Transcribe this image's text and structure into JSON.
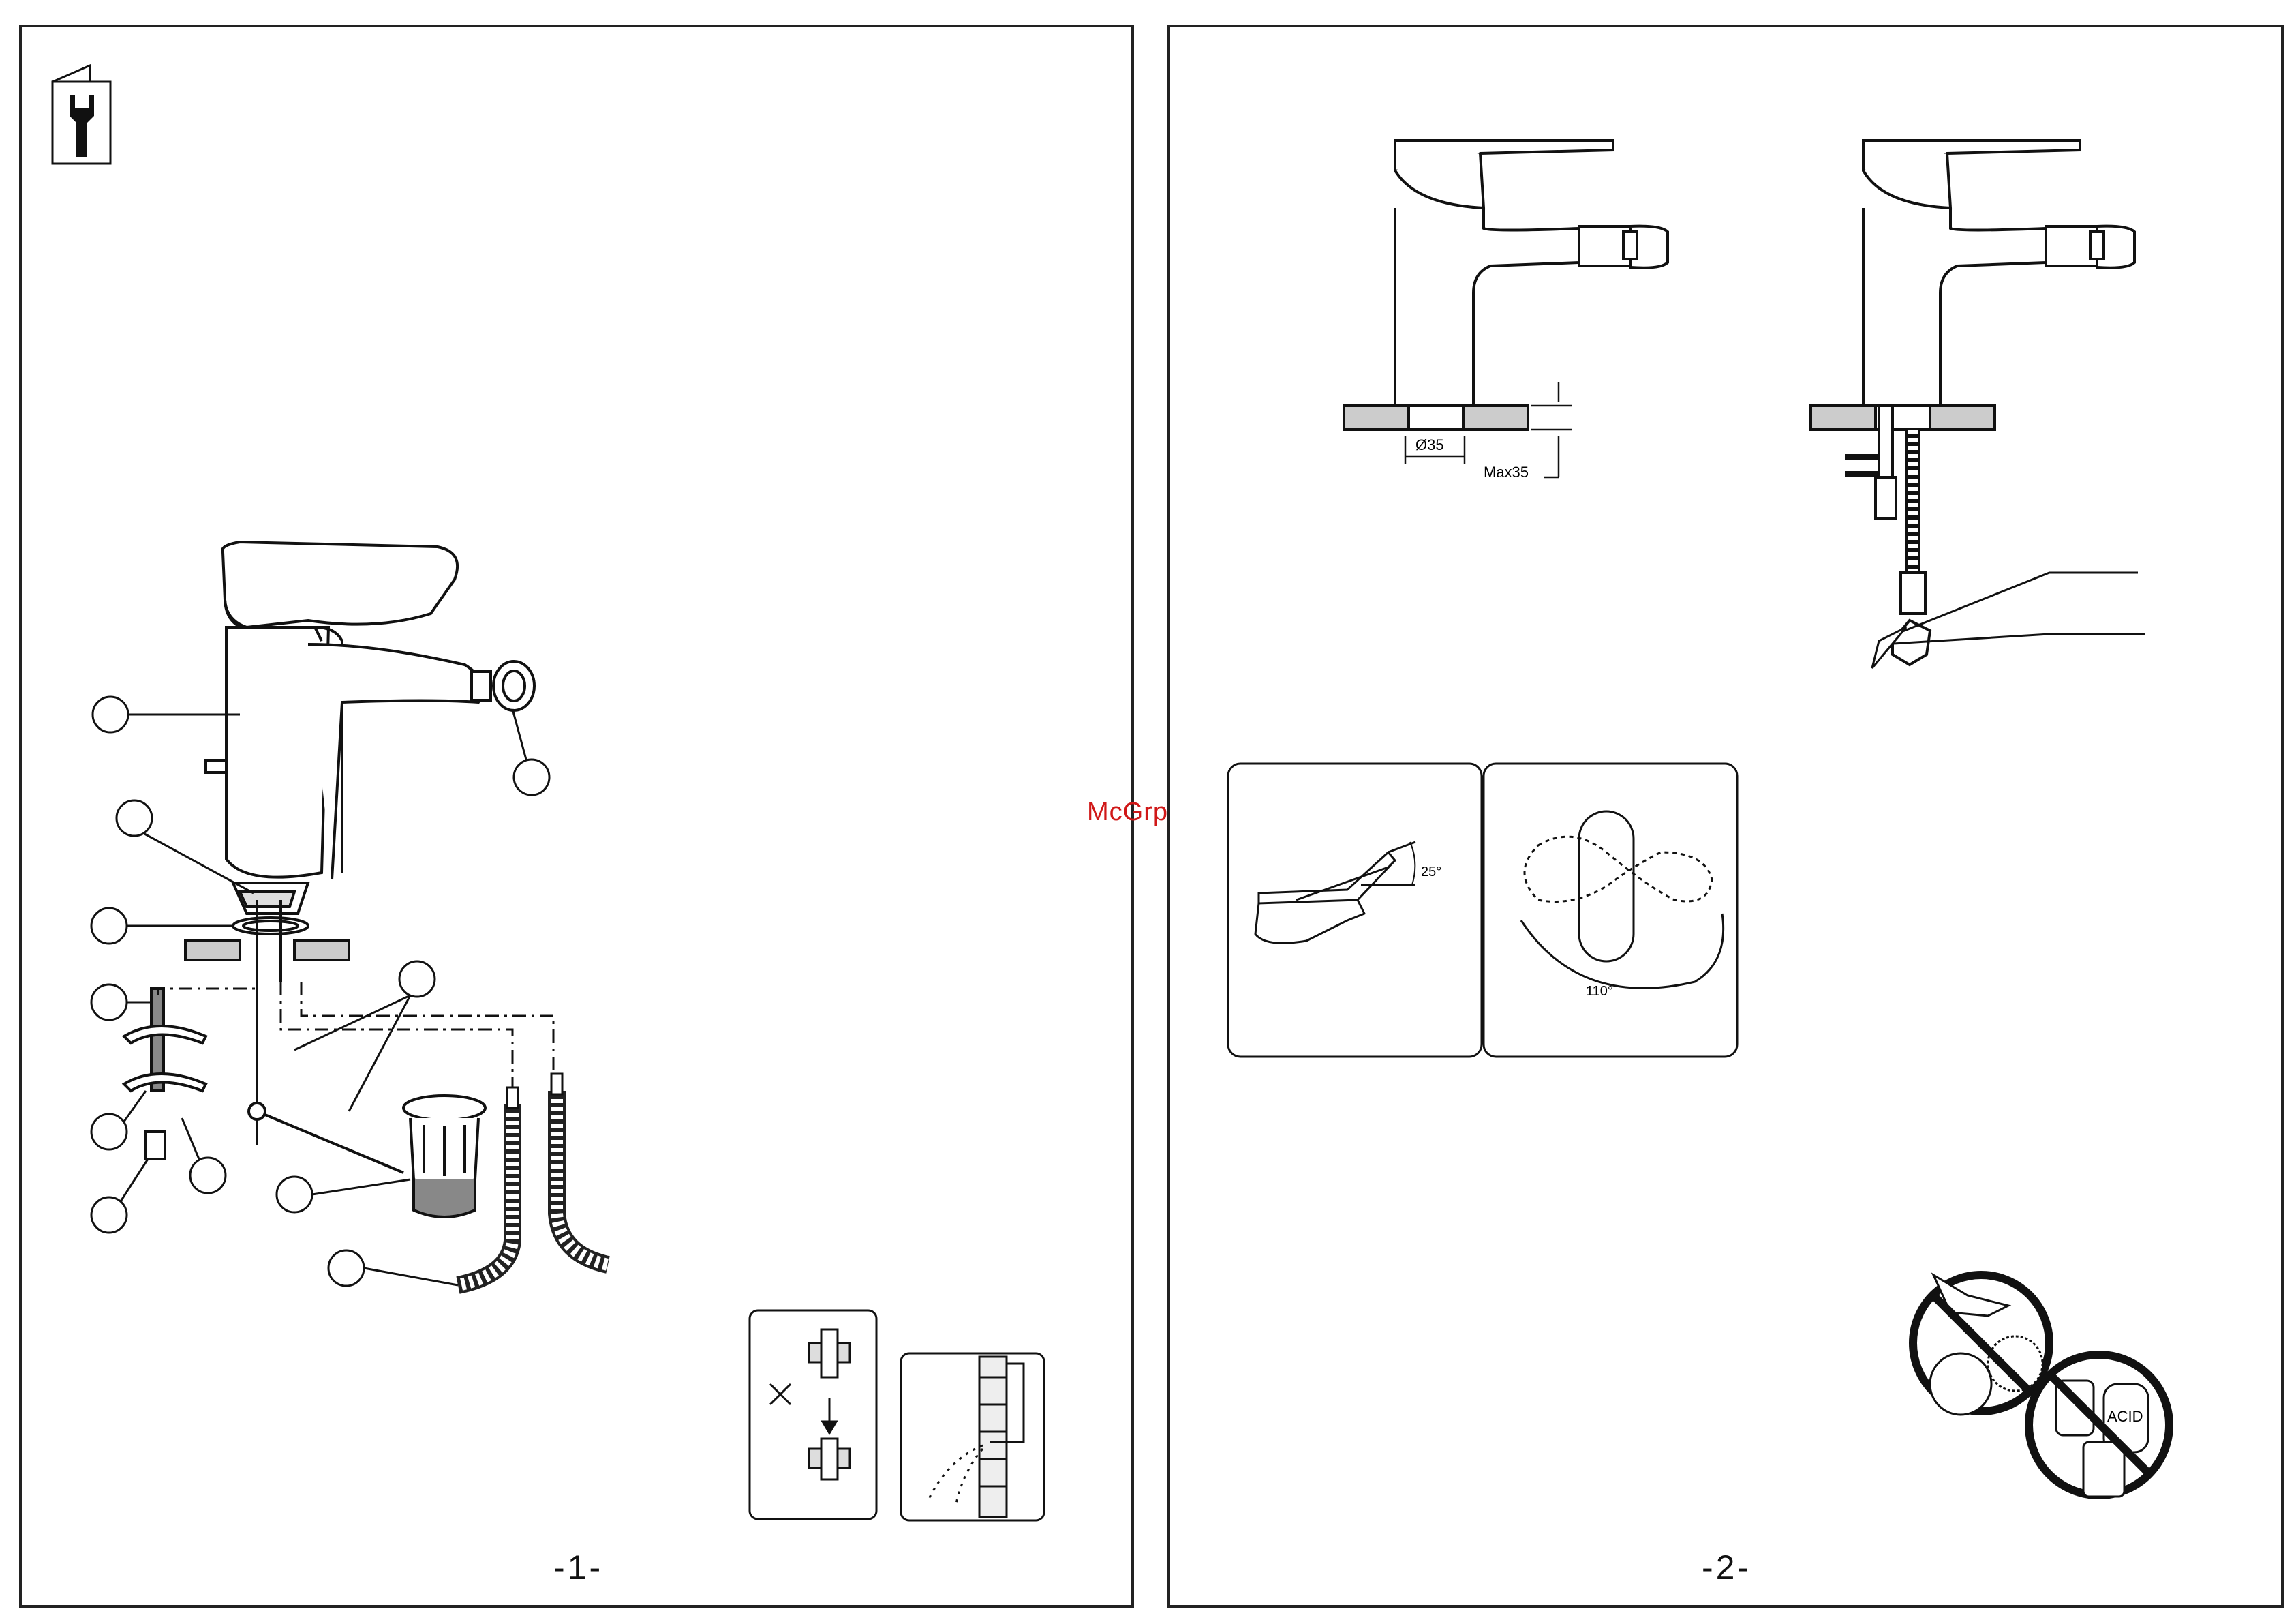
{
  "pages": [
    {
      "number_label": "-1-"
    },
    {
      "number_label": "-2-"
    }
  ],
  "dimensions": {
    "hole_diameter": "Ø35",
    "max_thickness": "Max35"
  },
  "angles": {
    "tilt": "25°",
    "rotation": "110°"
  },
  "warning": {
    "acid_label": "ACID"
  },
  "watermark": "McGrp.Ru",
  "icons": {
    "service": "wrench-icon",
    "no_tools": "no-abrasive-tools-icon",
    "no_chemicals": "no-acid-chemicals-icon"
  }
}
